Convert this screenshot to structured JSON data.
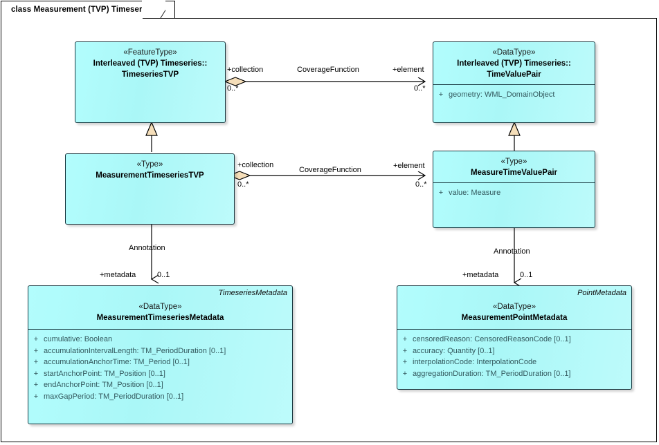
{
  "diagram": {
    "title": "class Measurement (TVP) Timeseries",
    "accent_fill": "#b2fdfd",
    "border_color": "#15343c",
    "arrow_fill": "#f5deb9"
  },
  "classes": {
    "timeseries_tvp": {
      "stereotype": "«FeatureType»",
      "name_line1": "Interleaved (TVP) Timeseries::",
      "name_line2": "TimeseriesTVP",
      "namespace": "",
      "attributes": []
    },
    "time_value_pair": {
      "stereotype": "«DataType»",
      "name_line1": "Interleaved (TVP) Timeseries::",
      "name_line2": "TimeValuePair",
      "namespace": "",
      "attributes": [
        {
          "visibility": "+",
          "text": "geometry: WML_DomainObject"
        }
      ]
    },
    "measurement_timeseries_tvp": {
      "stereotype": "«Type»",
      "name_line1": "MeasurementTimeseriesTVP",
      "name_line2": "",
      "namespace": "",
      "attributes": []
    },
    "measure_time_value_pair": {
      "stereotype": "«Type»",
      "name_line1": "MeasureTimeValuePair",
      "name_line2": "",
      "namespace": "",
      "attributes": [
        {
          "visibility": "+",
          "text": "value: Measure"
        }
      ]
    },
    "measurement_timeseries_metadata": {
      "stereotype": "«DataType»",
      "name_line1": "MeasurementTimeseriesMetadata",
      "name_line2": "",
      "namespace": "TimeseriesMetadata",
      "attributes": [
        {
          "visibility": "+",
          "text": "cumulative: Boolean"
        },
        {
          "visibility": "+",
          "text": "accumulationIntervalLength: TM_PeriodDuration [0..1]"
        },
        {
          "visibility": "+",
          "text": "accumulationAnchorTime: TM_Period [0..1]"
        },
        {
          "visibility": "+",
          "text": "startAnchorPoint: TM_Position [0..1]"
        },
        {
          "visibility": "+",
          "text": "endAnchorPoint: TM_Position [0..1]"
        },
        {
          "visibility": "+",
          "text": "maxGapPeriod: TM_PeriodDuration [0..1]"
        }
      ]
    },
    "measurement_point_metadata": {
      "stereotype": "«DataType»",
      "name_line1": "MeasurementPointMetadata",
      "name_line2": "",
      "namespace": "PointMetadata",
      "attributes": [
        {
          "visibility": "+",
          "text": "censoredReason: CensoredReasonCode [0..1]"
        },
        {
          "visibility": "+",
          "text": "accuracy: Quantity [0..1]"
        },
        {
          "visibility": "+",
          "text": "interpolationCode: InterpolationCode"
        },
        {
          "visibility": "+",
          "text": "aggregationDuration: TM_PeriodDuration [0..1]"
        }
      ]
    }
  },
  "connectors": {
    "coverage_top": {
      "name": "CoverageFunction",
      "source_role": "+collection",
      "source_mult": "0..*",
      "target_role": "+element",
      "target_mult": "0..*"
    },
    "coverage_mid": {
      "name": "CoverageFunction",
      "source_role": "+collection",
      "source_mult": "0..*",
      "target_role": "+element",
      "target_mult": "0..*"
    },
    "annotation_left": {
      "name": "Annotation",
      "target_role": "+metadata",
      "target_mult": "0..1"
    },
    "annotation_right": {
      "name": "Annotation",
      "target_role": "+metadata",
      "target_mult": "0..1"
    }
  }
}
